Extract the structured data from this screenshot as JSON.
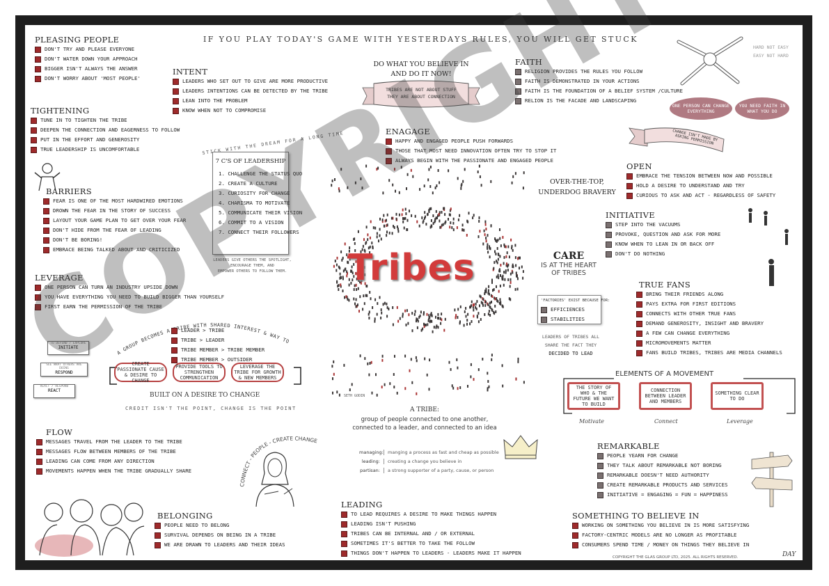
{
  "header": {
    "slogan": "IF YOU PLAY TODAY'S GAME WITH YESTERDAYS RULES, YOU WILL GET STUCK"
  },
  "top_right_note": {
    "line1": "HARD NOT EASY",
    "line2": "EASY NOT HARD"
  },
  "sections": {
    "pleasing": {
      "title": "PLEASING PEOPLE",
      "items": [
        "DON'T TRY AND PLEASE EVERYONE",
        "DON'T WATER DOWN YOUR APPROACH",
        "BIGGER ISN'T ALWAYS THE ANSWER",
        "DON'T WORRY ABOUT 'MOST PEOPLE'"
      ]
    },
    "intent": {
      "title": "INTENT",
      "items": [
        "LEADERS WHO SET OUT TO GIVE ARE MORE PRODUCTIVE",
        "LEADERS INTENTIONS CAN BE DETECTED BY THE TRIBE",
        "LEAN INTO THE PROBLEM",
        "KNOW WHEN NOT TO COMPROMISE"
      ]
    },
    "tightening": {
      "title": "TIGHTENING",
      "items": [
        "TUNE IN TO TIGHTEN THE TRIBE",
        "DEEPEN THE CONNECTION AND EAGERNESS TO FOLLOW",
        "PUT IN THE EFFORT AND GENEROSITY",
        "TRUE LEADERSHIP IS UNCOMFORTABLE"
      ]
    },
    "barriers": {
      "title": "BARRIERS",
      "items": [
        "FEAR IS ONE OF THE MOST HARDWIRED EMOTIONS",
        "DROWN THE FEAR IN THE STORY OF SUCCESS",
        "LAYOUT YOUR GAME PLAN TO GET OVER YOUR FEAR",
        "DON'T HIDE FROM THE FEAR OF LEADING",
        "DON'T BE BORING!",
        "EMBRACE BEING TALKED ABOUT AND CRITICIZED"
      ]
    },
    "leverage": {
      "title": "LEVERAGE",
      "items": [
        "ONE PERSON CAN TURN AN INDUSTRY UPSIDE DOWN",
        "YOU HAVE EVERYTHING YOU NEED TO BUILD BIGGER THAN YOURSELF",
        "FIRST EARN THE PERMISSION OF THE TRIBE"
      ]
    },
    "flow": {
      "title": "FLOW",
      "items": [
        "MESSAGES TRAVEL FROM THE LEADER TO THE TRIBE",
        "MESSAGES FLOW BETWEEN MEMBERS OF THE TRIBE",
        "LEADING CAN COME FROM ANY DIRECTION",
        "MOVEMENTS HAPPEN WHEN THE TRIBE GRADUALLY SHARE"
      ]
    },
    "belonging": {
      "title": "BELONGING",
      "items": [
        "PEOPLE NEED TO BELONG",
        "SURVIVAL DEPENDS ON BEING IN A TRIBE",
        "WE ARE DRAWN TO LEADERS AND THEIR IDEAS"
      ]
    },
    "faith": {
      "title": "FAITH",
      "items": [
        "RELIGION PROVIDES THE RULES YOU FOLLOW",
        "FAITH IS DEMONSTRATED IN YOUR ACTIONS",
        "FAITH IS THE FOUNDATION OF A BELIEF SYSTEM  /CULTURE",
        "RELION IS THE FACADE AND LANDSCAPING"
      ]
    },
    "engage": {
      "title": "ENAGAGE",
      "items": [
        "HAPPY AND ENGAGED PEOPLE PUSH FORWARDS",
        "THOSE THAT MOST NEED INNOVATION OFTEN TRY TO STOP IT",
        "ALWAYS BEGIN WITH THE PASSIONATE AND ENGAGED PEOPLE"
      ]
    },
    "open": {
      "title": "OPEN",
      "items": [
        "EMBRACE THE TENSION BETWEEN NOW AND POSSIBLE",
        "HOLD A DESIRE TO UNDERSTAND AND TRY",
        "CURIOUS TO ASK AND ACT - REGARDLESS OF SAFETY"
      ]
    },
    "initiative": {
      "title": "INITIATIVE",
      "items": [
        "STEP INTO THE VACUUMS",
        "PROVOKE, QUESTION AND ASK FOR MORE",
        "KNOW WHEN TO LEAN IN OR BACK OFF",
        "DON'T DO NOTHING"
      ]
    },
    "true_fans": {
      "title": "TRUE FANS",
      "items": [
        "BRING THEIR FRIENDS ALONG",
        "PAYS EXTRA FOR FIRST EDITIONS",
        "CONNECTS WITH OTHER TRUE FANS",
        "DEMAND GENEROSITY, INSIGHT AND BRAVERY",
        "A FEW CAN CHANGE EVERYTHING",
        "MICROMOVEMENTS MATTER",
        "FANS BUILD TRIBES, TRIBES ARE MEDIA CHANNELS"
      ]
    },
    "remarkable": {
      "title": "REMARKABLE",
      "items": [
        "PEOPLE YEARN FOR CHANGE",
        "THEY TALK ABOUT REMARKABLE NOT BORING",
        "REMARKABLE DOESN'T NEED AUTHORITY",
        "CREATE REMARKABLE PRODUCTS AND SERVICES",
        "INITIATIVE = ENGAGING = FUN = HAPPINESS"
      ]
    },
    "something": {
      "title": "SOMETHING TO BELIEVE IN",
      "items": [
        "WORKING ON SOMETHING YOU BELIEVE IN IS MORE SATISFYING",
        "FACTORY-CENTRIC MODELS ARE NO LONGER AS PROFITABLE",
        "CONSUMERS SPEND TIME / MONEY ON THINGS THEY BELIEVE IN"
      ]
    },
    "leading": {
      "title": "LEADING",
      "items": [
        "TO LEAD REQUIRES A DESIRE TO MAKE THINGS HAPPEN",
        "LEADING ISN'T PUSHING",
        "TRIBES CAN BE INTERNAL AND / OR EXTERNAL",
        "SOMETIMES IT'S BETTER TO TAKE THE FOLLOW",
        "THINGS DON'T HAPPEN TO LEADERS - LEADERS MAKE IT HAPPEN"
      ]
    }
  },
  "seven_cs": {
    "arc": "STICK WITH THE DREAM FOR A LONG TIME",
    "title": "7 C'S OF LEADERSHIP",
    "items": [
      "1.  CHALLENGE THE STATUS QUO",
      "2.  CREATE A CULTURE",
      "3.  CURIOSITY FOR CHANGE",
      "4.  CHARISMA TO MOTIVATE",
      "5.  COMMUNICATE THEIR VISION",
      "6.  COMMIT TO A VISION",
      "7.  CONNECT THEIR FOLLOWERS"
    ],
    "caption": [
      "LEADERS GIVE OTHERS THE SPOTLIGHT,",
      "ENCOURAGE THEM, AND",
      "EMPOWER OTHERS TO FOLLOW THEM."
    ]
  },
  "do_what": {
    "title1": "DO WHAT YOU BELIEVE IN",
    "title2": "AND DO IT NOW!",
    "banner1": "TRIBES ARE NOT ABOUT STUFF",
    "banner2": "THEY ARE ABOUT CONNECTION"
  },
  "faith_pills": {
    "left": "ONE PERSON CAN CHANGE EVERYTHING",
    "right": "YOU NEED FAITH IN WHAT YOU DO",
    "banner": "CHANGE ISN'T MADE BY ASKING PERMISSION"
  },
  "center": {
    "title": "Tribes",
    "credit": "SETH GODIN"
  },
  "over_the_top": {
    "line1": "OVER-THE-TOP,",
    "line2": "UNDERDOG BRAVERY"
  },
  "care": {
    "title": "CARE",
    "line1": "IS AT THE HEART",
    "line2": "OF TRIBES"
  },
  "factories": {
    "title": "'FACTORIES' EXIST BECAUSE FOR:",
    "items": [
      "EFFICIENCES",
      "STABILITIES"
    ]
  },
  "leaders_share": {
    "line1": "LEADERS OF TRIBES ALL",
    "line2": "SHARE THE FACT THEY",
    "line3": "DECIDED TO LEAD"
  },
  "elements": {
    "title": "ELEMENTS OF A MOVEMENT",
    "boxes": [
      "THE STORY OF WHO & THE FUTURE WE WANT TO BUILD",
      "CONNECTION BETWEEN LEADER AND MEMBERS",
      "SOMETHING CLEAR TO DO"
    ],
    "labels": [
      "Motivate",
      "Connect",
      "Leverage"
    ]
  },
  "tribe_def": {
    "title": "A TRIBE:",
    "line1": "group of people connected to one another,",
    "line2": "connected to a leader, and connected to an idea",
    "terms": [
      {
        "term": "managing:",
        "def": "manging a process as fast and cheap as possible"
      },
      {
        "term": "leading:",
        "def": "creating a change you believe in"
      },
      {
        "term": "partisan:",
        "def": "a strong supporter of a party, cause, or person"
      }
    ]
  },
  "group": {
    "arc": "A GROUP BECOMES A TRIBE WITH SHARED INTEREST & WAY TO COMMUNICATE",
    "items": [
      "LEADER > TRIBE",
      "TRIBE > LEADER",
      "TRIBE MEMBER > TRIBE MEMBER",
      "TRIBE MEMBER > OUTSIDER"
    ],
    "boxes": [
      "CREATE PASSIONATE CAUSE & DESIRE TO CHANGE",
      "PROVIDE TOOLS TO STRENGTHEN COMMUNICATION",
      "LEVERAGE THE TRIBE FOR GROWTH & NEW MEMBERS"
    ],
    "built": "BUILT ON A DESIRE TO CHANGE",
    "credit": "CREDIT ISN'T THE POINT, CHANGE IS THE POINT"
  },
  "notes": [
    {
      "small": "TO DEFEND / EXPLORE",
      "big": "INITIATE"
    },
    {
      "small": "SEE WHAT OTHERS ARE DOING",
      "big": "RESPOND"
    },
    {
      "small": "REACT / RESPOND",
      "big": "REACT"
    }
  ],
  "connect_arc": "CONNECT - PEOPLE - CREATE CHANGE",
  "copyright": "COPYRIGHT THE GLAS GROUP LTD, 2025. ALL RIGHTS RESERVED.",
  "signature": "DAY",
  "watermark": "COPYRIGHT",
  "colors": {
    "accent": "#b53a3a",
    "box_fill": "#9e2a2b",
    "frame": "#1e1e1e"
  }
}
